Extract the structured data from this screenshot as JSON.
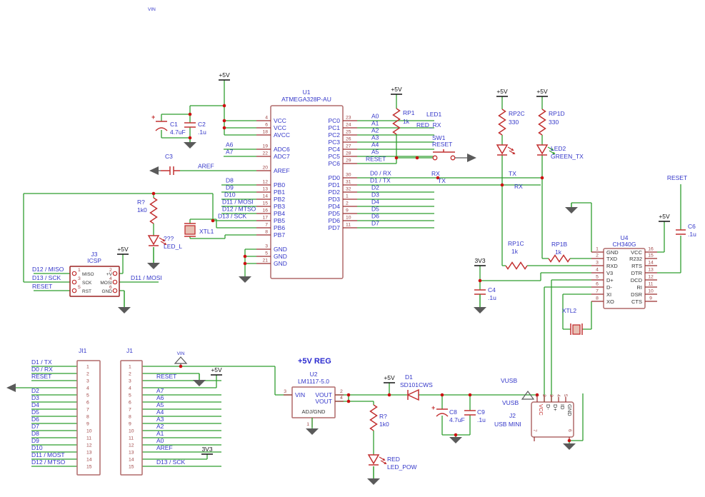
{
  "labels": {
    "vin": "VIN",
    "p5v": "+5V",
    "v3v3": "3V3",
    "vusb": "VUSB",
    "reset": "RESET",
    "rx": "RX",
    "tx": "TX",
    "plus": "+"
  },
  "u1": {
    "ref": "U1",
    "value": "ATMEGA328P-AU",
    "left": [
      {
        "n": "4",
        "p": "VCC"
      },
      {
        "n": "6",
        "p": "VCC"
      },
      {
        "n": "18",
        "p": "AVCC"
      },
      {
        "n": "19",
        "p": "ADC6",
        "net": "A6"
      },
      {
        "n": "22",
        "p": "ADC7",
        "net": "A7"
      },
      {
        "n": "20",
        "p": "AREF",
        "net": "AREF"
      },
      {
        "n": "12",
        "p": "PB0",
        "net": "D8"
      },
      {
        "n": "13",
        "p": "PB1",
        "net": "D9"
      },
      {
        "n": "14",
        "p": "PB2",
        "net": "D10"
      },
      {
        "n": "15",
        "p": "PB3",
        "net": "D11 / MOSI"
      },
      {
        "n": "16",
        "p": "PB4",
        "net": "D12 / MTSO"
      },
      {
        "n": "17",
        "p": "PB5",
        "net": "D13 / SCK"
      },
      {
        "n": "7",
        "p": "PB6"
      },
      {
        "n": "8",
        "p": "PB7"
      },
      {
        "n": "3",
        "p": "GND"
      },
      {
        "n": "5",
        "p": "GND"
      },
      {
        "n": "21",
        "p": "GND"
      }
    ],
    "right": [
      {
        "n": "23",
        "p": "PC0",
        "net": "A0"
      },
      {
        "n": "24",
        "p": "PC1",
        "net": "A1"
      },
      {
        "n": "25",
        "p": "PC2",
        "net": "A2"
      },
      {
        "n": "26",
        "p": "PC3",
        "net": "A3"
      },
      {
        "n": "27",
        "p": "PC4",
        "net": "A4"
      },
      {
        "n": "28",
        "p": "PC5",
        "net": "A5"
      },
      {
        "n": "29",
        "p": "PC6",
        "net": "RESET"
      },
      {
        "n": "30",
        "p": "PD0",
        "net": "D0 / RX"
      },
      {
        "n": "31",
        "p": "PD1",
        "net": "D1 / TX"
      },
      {
        "n": "32",
        "p": "PD2",
        "net": "D2"
      },
      {
        "n": "1",
        "p": "PD3",
        "net": "D3"
      },
      {
        "n": "2",
        "p": "PD4",
        "net": "D4"
      },
      {
        "n": "9",
        "p": "PD5",
        "net": "D5"
      },
      {
        "n": "10",
        "p": "PD6",
        "net": "D6"
      },
      {
        "n": "11",
        "p": "PD7",
        "net": "D7"
      }
    ]
  },
  "u4": {
    "ref": "U4",
    "value": "CH340G",
    "left": [
      {
        "n": "1",
        "p": "GND"
      },
      {
        "n": "2",
        "p": "TXD"
      },
      {
        "n": "3",
        "p": "RXD"
      },
      {
        "n": "4",
        "p": "V3"
      },
      {
        "n": "5",
        "p": "D+"
      },
      {
        "n": "6",
        "p": "D-"
      },
      {
        "n": "7",
        "p": "XI"
      },
      {
        "n": "8",
        "p": "XO"
      }
    ],
    "right": [
      {
        "n": "16",
        "p": "VCC"
      },
      {
        "n": "15",
        "p": "R232"
      },
      {
        "n": "14",
        "p": "RTS"
      },
      {
        "n": "13",
        "p": "DTR"
      },
      {
        "n": "12",
        "p": "DCD"
      },
      {
        "n": "11",
        "p": "RI"
      },
      {
        "n": "10",
        "p": "DSR"
      },
      {
        "n": "9",
        "p": "CTS"
      }
    ]
  },
  "u2": {
    "ref": "U2",
    "value": "LM1117-5.0",
    "title": "+5V REG",
    "pins": {
      "vin": "VIN",
      "vout": "VOUT",
      "adj": "ADJ/GND"
    },
    "nums": {
      "vin": "3",
      "vout_a": "2",
      "vout_b": "4",
      "adj": "1"
    }
  },
  "ji1": {
    "ref": "JI1",
    "nums": [
      "1",
      "2",
      "3",
      "4",
      "5",
      "6",
      "7",
      "8",
      "9",
      "10",
      "11",
      "12",
      "13",
      "14",
      "15"
    ],
    "nets": [
      "D1 / TX",
      "D0 / RX",
      "RESET",
      "",
      "D2",
      "D3",
      "D4",
      "D5",
      "D6",
      "D7",
      "D8",
      "D9",
      "D10",
      "D11 / MOST",
      "D12 / MTSO"
    ]
  },
  "j1": {
    "ref": "J1",
    "nums": [
      "1",
      "2",
      "3",
      "4",
      "5",
      "6",
      "7",
      "8",
      "9",
      "10",
      "11",
      "12",
      "13",
      "14",
      "15"
    ],
    "nets": [
      "",
      "",
      "RESET",
      "",
      "A7",
      "A6",
      "A5",
      "A4",
      "A3",
      "A2",
      "A1",
      "A0",
      "AREF",
      "",
      "D13 / SCK"
    ]
  },
  "j3": {
    "ref": "J3",
    "value": "ICSP",
    "nums": [
      "1",
      "2",
      "3",
      "4",
      "5",
      "6"
    ],
    "inner_left": [
      "MISO",
      "SCK",
      "RST"
    ],
    "inner_right": [
      "+V",
      "MOSI",
      "GND"
    ],
    "net_miso": "D12 / MISO",
    "net_sck": "D13 / SCK",
    "net_reset": "RESET",
    "net_mosi": "D11 / MOSI"
  },
  "j2": {
    "ref": "J2",
    "value": "USB MINI",
    "pin_names": [
      "VCC",
      "D-",
      "D+",
      "ID",
      "GND"
    ],
    "top_nums": [
      "1",
      "2",
      "3",
      "4",
      "5"
    ],
    "bottom_nums": [
      "7",
      "6"
    ]
  },
  "comps": {
    "c1": [
      "C1",
      "4.7uF"
    ],
    "c2": [
      "C2",
      ".1u"
    ],
    "c3": [
      "C3"
    ],
    "c4": [
      "C4",
      ".1u"
    ],
    "c6": [
      "C6",
      ".1u"
    ],
    "c8": [
      "C8",
      "4.7uF"
    ],
    "c9": [
      "C9",
      ".1u"
    ],
    "rp1": [
      "RP1",
      "1k"
    ],
    "rp2c": [
      "RP2C",
      "330"
    ],
    "rp1d": [
      "RP1D",
      "330"
    ],
    "rp1c": [
      "RP1C",
      "1k"
    ],
    "rp1b": [
      "RP1B",
      "1k"
    ],
    "r_led": [
      "R?",
      "1k0"
    ],
    "r_pow": [
      "R?",
      "1k0"
    ],
    "led1": [
      "LED1",
      "RED_RX"
    ],
    "led2": [
      "LED2",
      "GREEN_TX"
    ],
    "led_l": [
      "???",
      "LED_L"
    ],
    "led_pow": [
      "RED",
      "LED_POW"
    ],
    "d1": [
      "D1",
      "SD101CWS"
    ],
    "sw1": [
      "SW1",
      "RESET"
    ],
    "xtl1": [
      "XTL1"
    ],
    "xtl2": [
      "XTL2"
    ]
  }
}
